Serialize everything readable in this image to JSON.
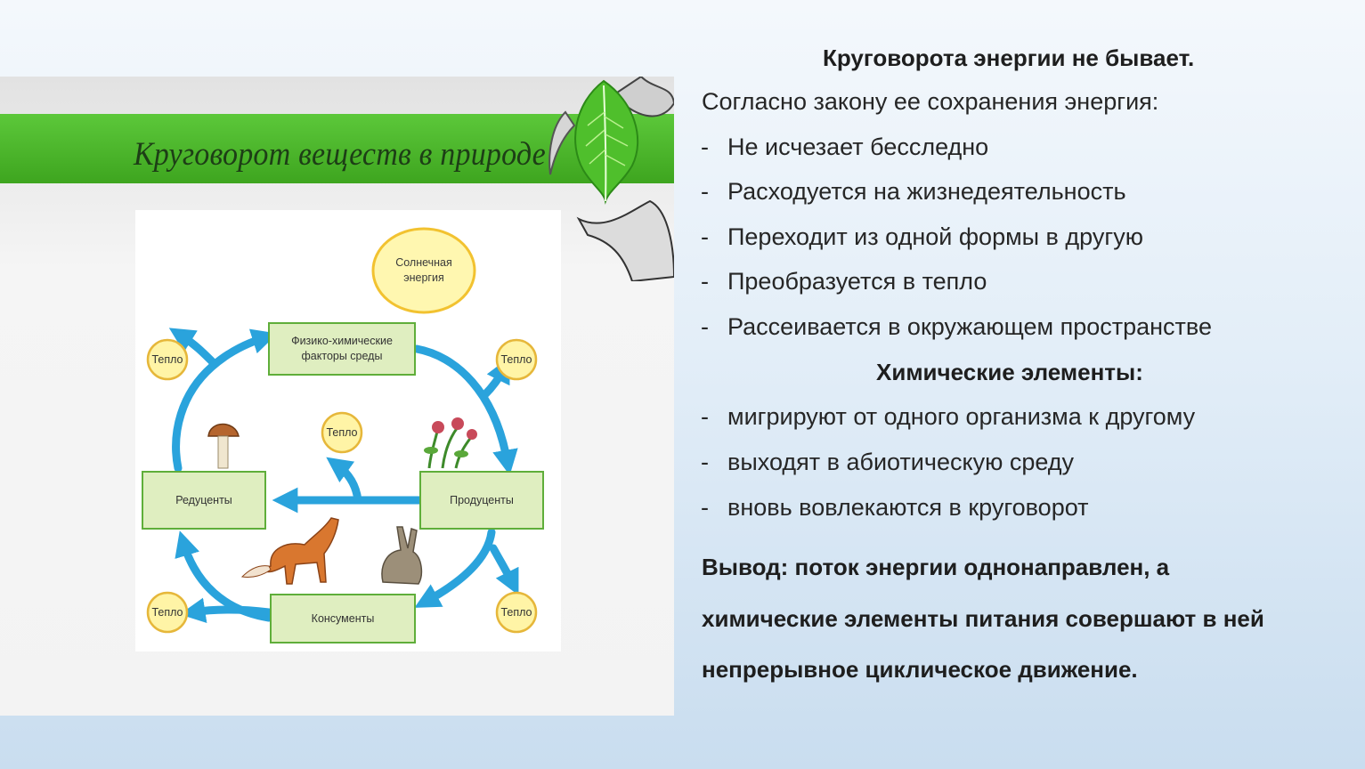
{
  "panel": {
    "title": "Круговорот веществ в природе",
    "diagram": {
      "sun": "Солнечная энергия",
      "sun_lines": [
        "Солнечная",
        "энергия"
      ],
      "env_lines": [
        "Физико-химические",
        "факторы среды"
      ],
      "producers": "Продуценты",
      "reducers": "Редуценты",
      "consumers": "Консументы",
      "heat": "Тепло"
    }
  },
  "text": {
    "heading": "Круговорота энергии не бывает.",
    "energy_intro": "Согласно закону ее сохранения энергия:",
    "energy_items": [
      "Не исчезает бесследно",
      "Расходуется на жизнедеятельность",
      "Переходит из одной формы в другую",
      "Преобразуется в тепло",
      "Рассеивается в окружающем пространстве"
    ],
    "chem_heading": "Химические элементы:",
    "chem_items": [
      "мигрируют от одного организма к другому",
      "выходят в абиотическую среду",
      "вновь вовлекаются в круговорот"
    ],
    "conclusion_lines": [
      "Вывод: поток энергии однонаправлен, а",
      "химические элементы питания совершают в ней",
      "непрерывное циклическое движение."
    ],
    "dash": "-"
  },
  "colors": {
    "band_green": "#3ea51f",
    "arrow_blue": "#2aa3dc",
    "box_fill": "#dfeec0",
    "box_stroke": "#5fae3a",
    "heat_fill": "#fff4a6",
    "heat_stroke": "#e6b73a"
  }
}
